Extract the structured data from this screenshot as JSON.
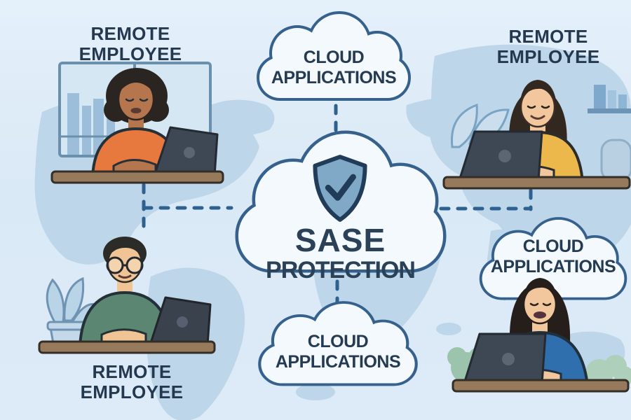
{
  "colors": {
    "background": "#dcebf7",
    "map_land": "#bdd6e9",
    "label_text": "#24384f",
    "cloud_fill": "#f4f9fd",
    "cloud_border": "#35618c",
    "connector": "#2f6190",
    "shield_fill": "#7fa9c6",
    "shield_outline": "#203c59",
    "desk": "#97795b",
    "laptop": "#3d4854"
  },
  "sase_cloud": {
    "title_line1": "SASE",
    "title_line2": "PROTECTION",
    "icon": "shield-check-icon"
  },
  "cloud_labels": {
    "top": {
      "line1": "CLOUD",
      "line2": "APPLICATIONS"
    },
    "bottom": {
      "line1": "CLOUD",
      "line2": "APPLICATIONS"
    },
    "right": {
      "line1": "CLOUD",
      "line2": "APPLICATIONS"
    }
  },
  "employee_labels": {
    "top_left": {
      "line1": "REMOTE",
      "line2": "EMPLOYEE"
    },
    "top_right": {
      "line1": "REMOTE",
      "line2": "EMPLOYEE"
    },
    "bottom_left": {
      "line1": "REMOTE",
      "line2": "EMPLOYEE"
    }
  },
  "figures": {
    "top_left": {
      "shirt": "#e8793e",
      "skin": "#b5764d",
      "hair": "#2b2522"
    },
    "top_right": {
      "shirt": "#ecb84c",
      "skin": "#f2c79e",
      "hair": "#33281f"
    },
    "bottom_left": {
      "shirt": "#5b8672",
      "skin": "#f0c494",
      "hair": "#2b2b28"
    },
    "bottom_right": {
      "shirt": "#2f6fad",
      "skin": "#f2c79e",
      "hair": "#251e1a"
    }
  }
}
